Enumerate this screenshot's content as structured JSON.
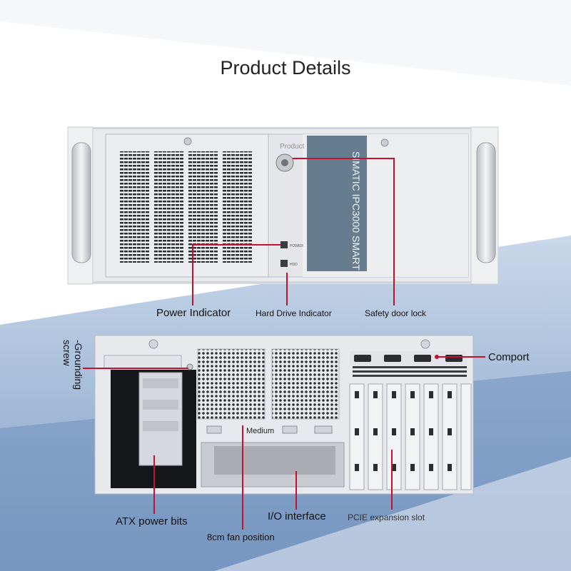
{
  "title": "Product Details",
  "front_panel": {
    "lock_label": "Product",
    "power_small": "POWER",
    "hdd_small": "HDD",
    "display_text": "SIMATIC IPC3000 SMART"
  },
  "callouts": {
    "power_indicator": "Power Indicator",
    "hard_drive_indicator": "Hard Drive Indicator",
    "safety_door_lock": "Safety door lock",
    "grounding_screw_line1": "-Grounding",
    "grounding_screw_line2": "screw",
    "comport": "Comport",
    "medium": "Medium",
    "atx_power_bits": "ATX power bits",
    "io_interface": "I/O interface",
    "fan_position": "8cm fan position",
    "pcie_expansion_slot": "PCIE expansion slot"
  },
  "colors": {
    "callout_line": "#c8102e",
    "chassis": "#e6e8ec",
    "display": "#667c8f",
    "band": "#8ea9cc"
  }
}
